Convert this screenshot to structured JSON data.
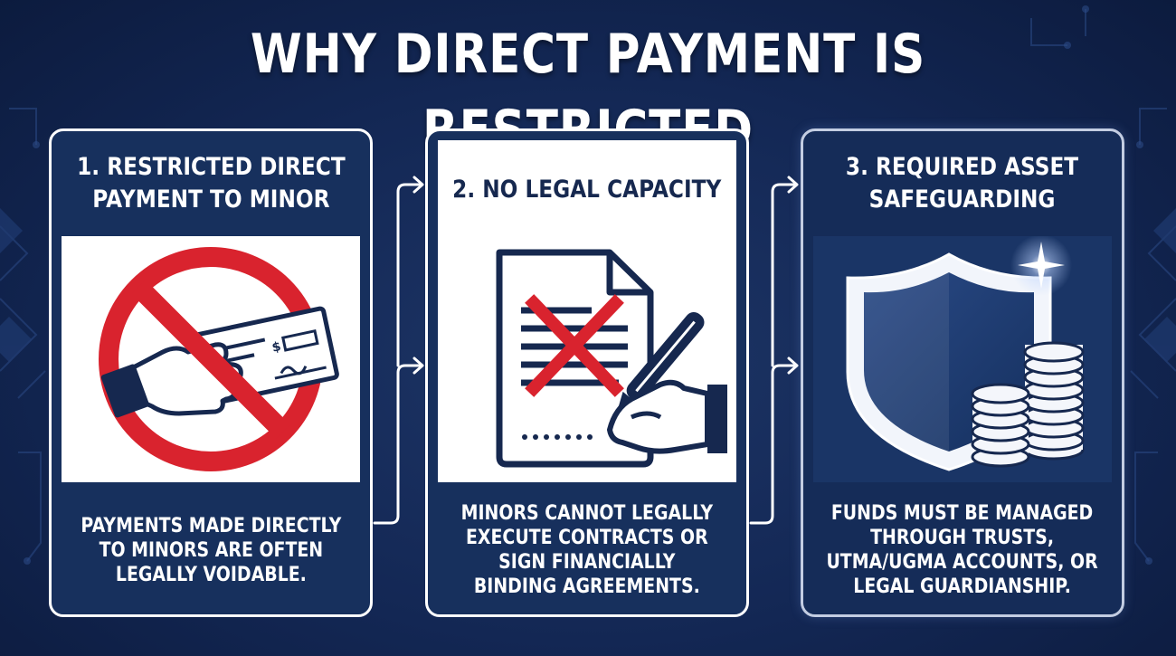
{
  "title": "WHY DIRECT PAYMENT IS RESTRICTED",
  "steps": [
    {
      "heading_line1": "1. RESTRICTED DIRECT",
      "heading_line2": "PAYMENT TO MINOR",
      "icon": "prohibited-check-payment-icon",
      "check_dollar_sign": "$",
      "body_line1": "PAYMENTS MADE DIRECTLY",
      "body_line2": "TO MINORS ARE OFTEN",
      "body_line3": "LEGALLY VOIDABLE."
    },
    {
      "heading_line1": "2. NO LEGAL CAPACITY",
      "icon": "crossed-out-contract-icon",
      "body_line1": "MINORS CANNOT LEGALLY",
      "body_line2": "EXECUTE CONTRACTS OR",
      "body_line3": "SIGN FINANCIALLY",
      "body_line4": "BINDING AGREEMENTS."
    },
    {
      "heading_line1": "3. REQUIRED ASSET",
      "heading_line2": "SAFEGUARDING",
      "icon": "shield-with-coins-icon",
      "body_line1": "FUNDS MUST BE MANAGED",
      "body_line2": "THROUGH TRUSTS,",
      "body_line3": "UTMA/UGMA ACCOUNTS, OR",
      "body_line4": "LEGAL GUARDIANSHIP."
    }
  ],
  "colors": {
    "background": "#132754",
    "card_fill": "#17305d",
    "card_border": "#ffffff",
    "prohibition_red": "#d9232e",
    "icon_navy": "#16284f"
  }
}
